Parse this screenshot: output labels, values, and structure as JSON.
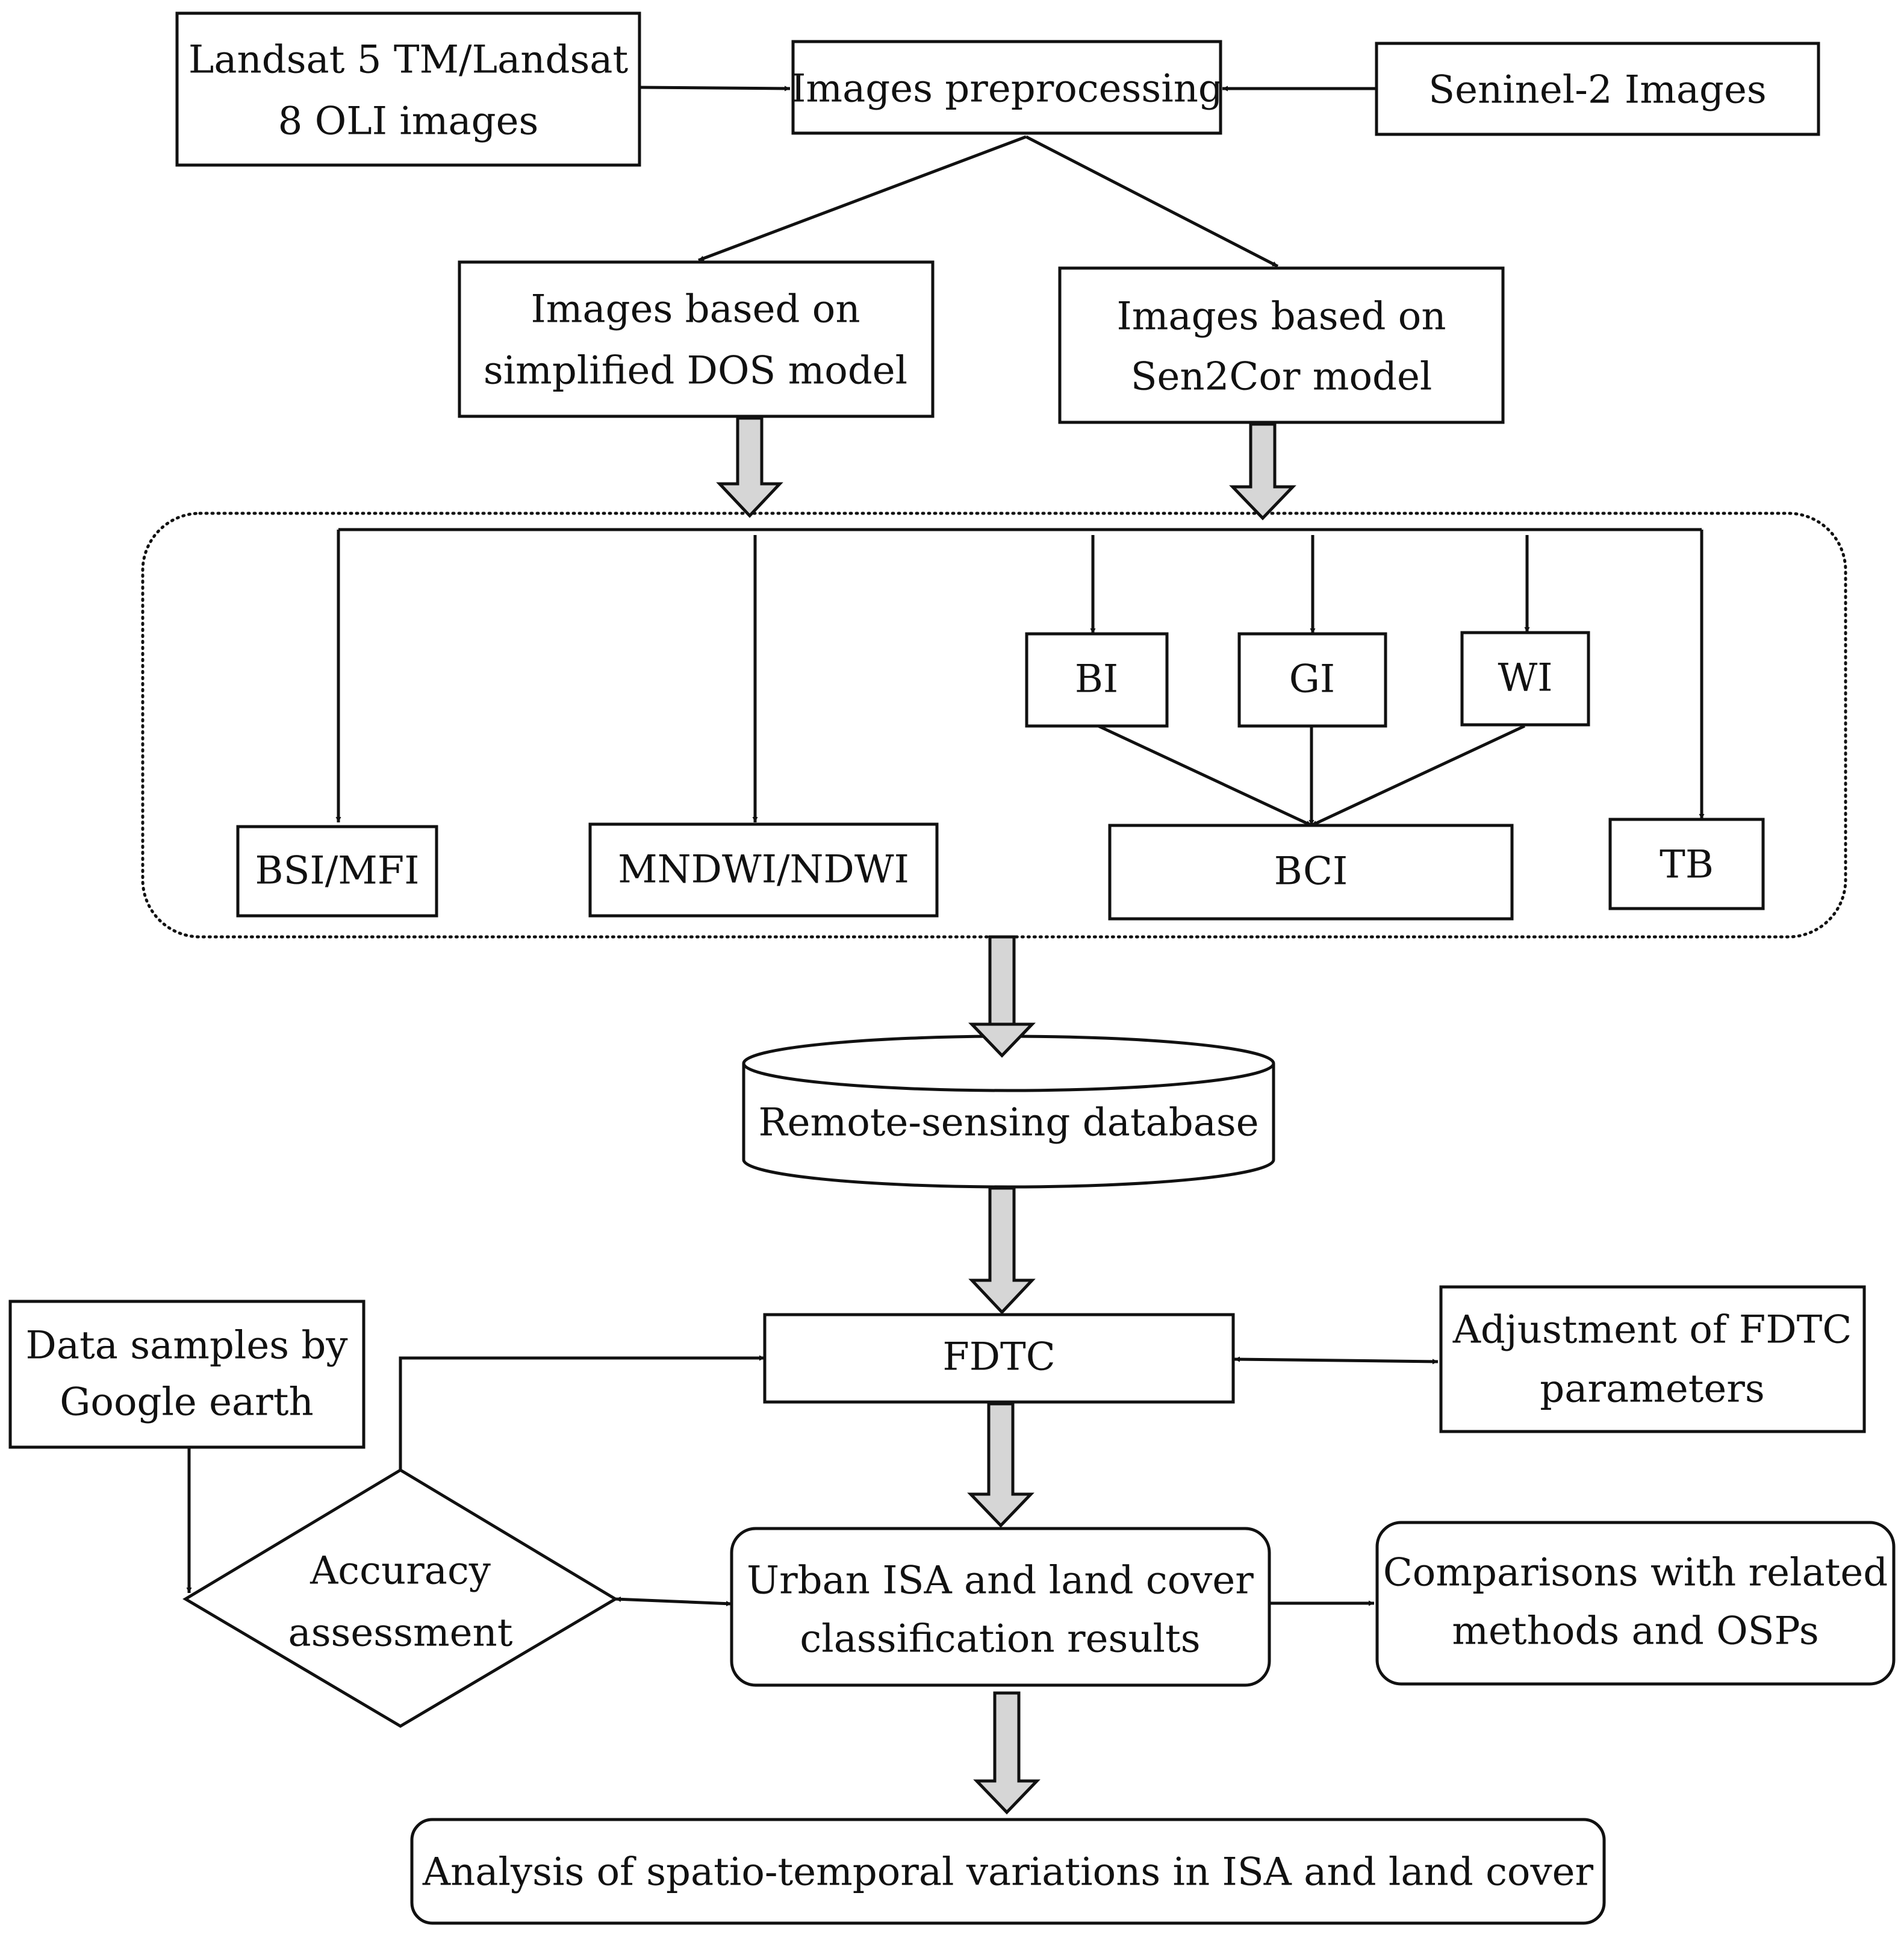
{
  "nodes": {
    "landsat": {
      "line1": "Landsat 5 TM/Landsat",
      "line2": "8 OLI images"
    },
    "preprocessing": {
      "label": "Images preprocessing"
    },
    "sentinel": {
      "label": "Seninel-2 Images"
    },
    "dos": {
      "line1": "Images based on",
      "line2": "simplified DOS model"
    },
    "sen2cor": {
      "line1": "Images based on",
      "line2": "Sen2Cor model"
    },
    "bi": {
      "label": "BI"
    },
    "gi": {
      "label": "GI"
    },
    "wi": {
      "label": "WI"
    },
    "bsi": {
      "label": "BSI/MFI"
    },
    "mndwi": {
      "label": "MNDWI/NDWI"
    },
    "bci": {
      "label": "BCI"
    },
    "tb": {
      "label": "TB"
    },
    "database": {
      "label": "Remote-sensing database"
    },
    "samples": {
      "line1": "Data samples by",
      "line2": "Google earth"
    },
    "fdtc": {
      "label": "FDTC"
    },
    "adjustment": {
      "line1": "Adjustment of FDTC",
      "line2": "parameters"
    },
    "accuracy": {
      "line1": "Accuracy",
      "line2": "assessment"
    },
    "results": {
      "line1": "Urban ISA and land cover",
      "line2": "classification results"
    },
    "comparisons": {
      "line1": "Comparisons with related",
      "line2": "methods and OSPs"
    },
    "analysis": {
      "label": "Analysis of spatio-temporal variations in ISA and land cover"
    }
  },
  "edges": [
    {
      "from": "landsat",
      "to": "preprocessing",
      "type": "arrow"
    },
    {
      "from": "sentinel",
      "to": "preprocessing",
      "type": "arrow"
    },
    {
      "from": "preprocessing",
      "to": "dos",
      "type": "arrow"
    },
    {
      "from": "preprocessing",
      "to": "sen2cor",
      "type": "arrow"
    },
    {
      "from": "dos",
      "to": "index-group",
      "type": "block-arrow"
    },
    {
      "from": "sen2cor",
      "to": "index-group",
      "type": "block-arrow"
    },
    {
      "from": "index-group",
      "to": "bsi",
      "type": "arrow"
    },
    {
      "from": "index-group",
      "to": "mndwi",
      "type": "arrow"
    },
    {
      "from": "index-group",
      "to": "bi",
      "type": "arrow"
    },
    {
      "from": "index-group",
      "to": "gi",
      "type": "arrow"
    },
    {
      "from": "index-group",
      "to": "wi",
      "type": "arrow"
    },
    {
      "from": "index-group",
      "to": "tb",
      "type": "arrow"
    },
    {
      "from": "bi",
      "to": "bci",
      "type": "arrow"
    },
    {
      "from": "gi",
      "to": "bci",
      "type": "arrow"
    },
    {
      "from": "wi",
      "to": "bci",
      "type": "arrow"
    },
    {
      "from": "index-group",
      "to": "database",
      "type": "block-arrow"
    },
    {
      "from": "database",
      "to": "fdtc",
      "type": "block-arrow"
    },
    {
      "from": "fdtc",
      "to": "adjustment",
      "type": "double-arrow"
    },
    {
      "from": "fdtc",
      "to": "results",
      "type": "block-arrow"
    },
    {
      "from": "samples",
      "to": "accuracy",
      "type": "arrow"
    },
    {
      "from": "accuracy",
      "to": "fdtc",
      "type": "arrow"
    },
    {
      "from": "accuracy",
      "to": "results",
      "type": "double-arrow"
    },
    {
      "from": "results",
      "to": "comparisons",
      "type": "arrow"
    },
    {
      "from": "results",
      "to": "analysis",
      "type": "block-arrow"
    }
  ]
}
